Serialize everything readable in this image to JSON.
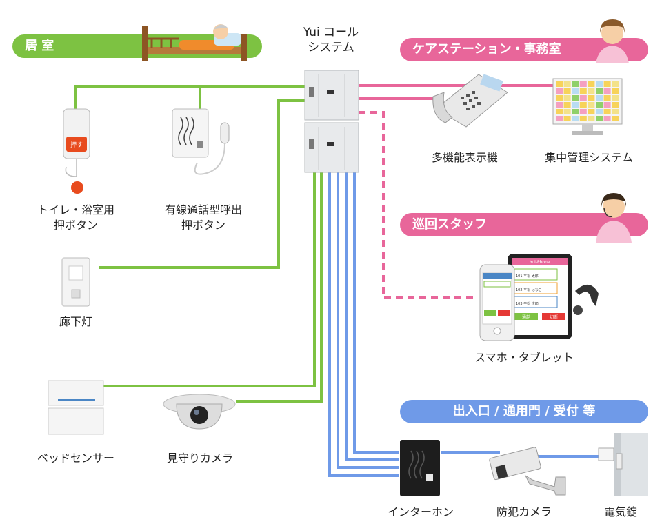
{
  "system": {
    "title_line1": "Yui コール",
    "title_line2": "システム"
  },
  "groups": {
    "room": "居 室",
    "care": "ケアステーション・事務室",
    "patrol": "巡回スタッフ",
    "entrance": "出入口 / 通用門 / 受付 等"
  },
  "devices": {
    "toilet_button_1": "トイレ・浴室用",
    "toilet_button_2": "押ボタン",
    "wired_call_1": "有線通話型呼出",
    "wired_call_2": "押ボタン",
    "corridor_light": "廊下灯",
    "bed_sensor": "ベッドセンサー",
    "watch_camera": "見守りカメラ",
    "multi_phone": "多機能表示機",
    "central_mgmt": "集中管理システム",
    "smartphone_tablet": "スマホ・タブレット",
    "intercom": "インターホン",
    "security_camera": "防犯カメラ",
    "electric_lock": "電気錠"
  },
  "screen_text": {
    "button_label": "押す",
    "app_name": "Yui-Phone",
    "rooms": [
      "101 平松 太郎",
      "102 平松 はなこ",
      "103 平松 次郎"
    ],
    "actions": [
      "通話",
      "切断"
    ]
  },
  "colors": {
    "green": "#7dc242",
    "pink": "#e8669a",
    "blue": "#6f9ae8",
    "panel": "#e8eaec"
  }
}
